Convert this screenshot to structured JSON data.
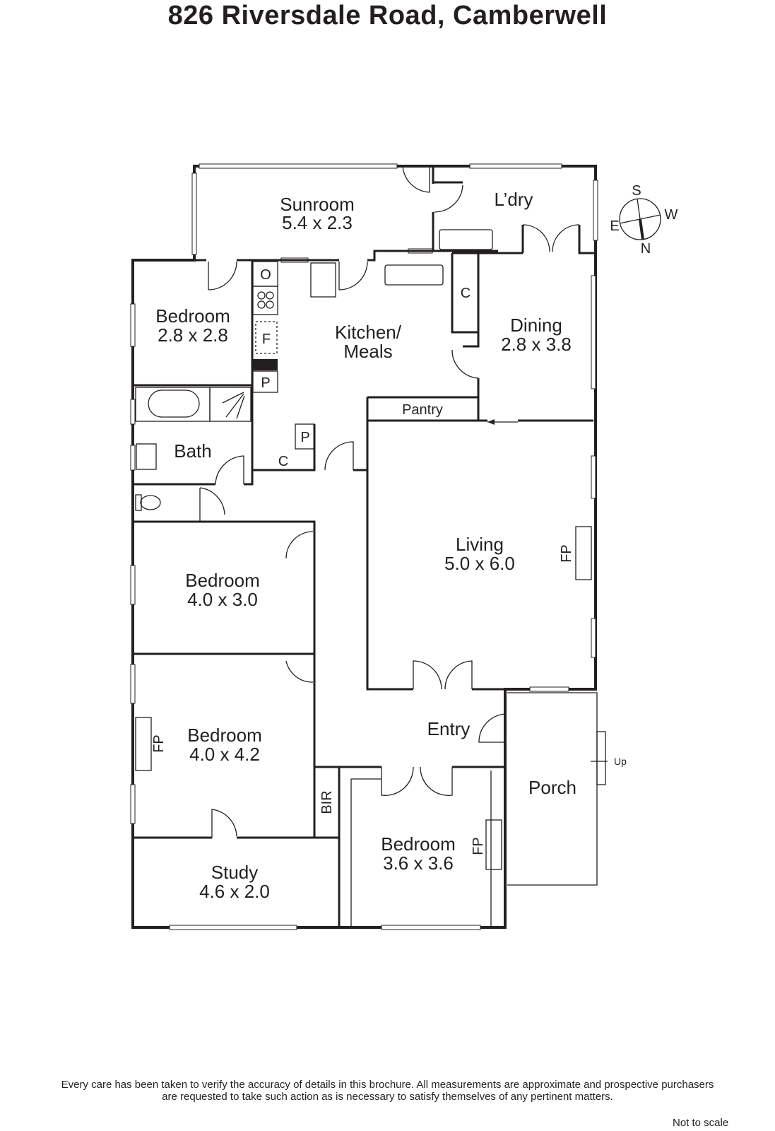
{
  "title": "826 Riversdale Road, Camberwell",
  "rooms": {
    "sunroom": {
      "name": "Sunroom",
      "size": "5.4 x 2.3"
    },
    "laundry": {
      "name": "L’dry"
    },
    "bedroom1": {
      "name": "Bedroom",
      "size": "2.8 x 2.8"
    },
    "kitchen": {
      "name1": "Kitchen/",
      "name2": "Meals"
    },
    "dining": {
      "name": "Dining",
      "size": "2.8 x 3.8"
    },
    "pantry": {
      "name": "Pantry"
    },
    "bath": {
      "name": "Bath"
    },
    "living": {
      "name": "Living",
      "size": "5.0 x 6.0"
    },
    "bedroom2": {
      "name": "Bedroom",
      "size": "4.0 x 3.0"
    },
    "bedroom3": {
      "name": "Bedroom",
      "size": "4.0 x 4.2"
    },
    "entry": {
      "name": "Entry"
    },
    "porch": {
      "name": "Porch"
    },
    "bedroom4": {
      "name": "Bedroom",
      "size": "3.6 x 3.6"
    },
    "study": {
      "name": "Study",
      "size": "4.6 x 2.0"
    }
  },
  "fixtures": {
    "oven": "O",
    "fridge": "F",
    "pantry_p": "P",
    "cupboard_c": "C",
    "fireplace": "FP",
    "bir": "BIR",
    "up": "Up"
  },
  "compass": {
    "s": "S",
    "w": "W",
    "e": "E",
    "n": "N"
  },
  "footer": {
    "line1": "Every care has been taken to verify the accuracy of details in this brochure.  All measurements are approximate and prospective purchasers",
    "line2": "are requested to take such action as is necessary to satisfy themselves of any pertinent matters.",
    "not_to_scale": "Not to scale"
  }
}
